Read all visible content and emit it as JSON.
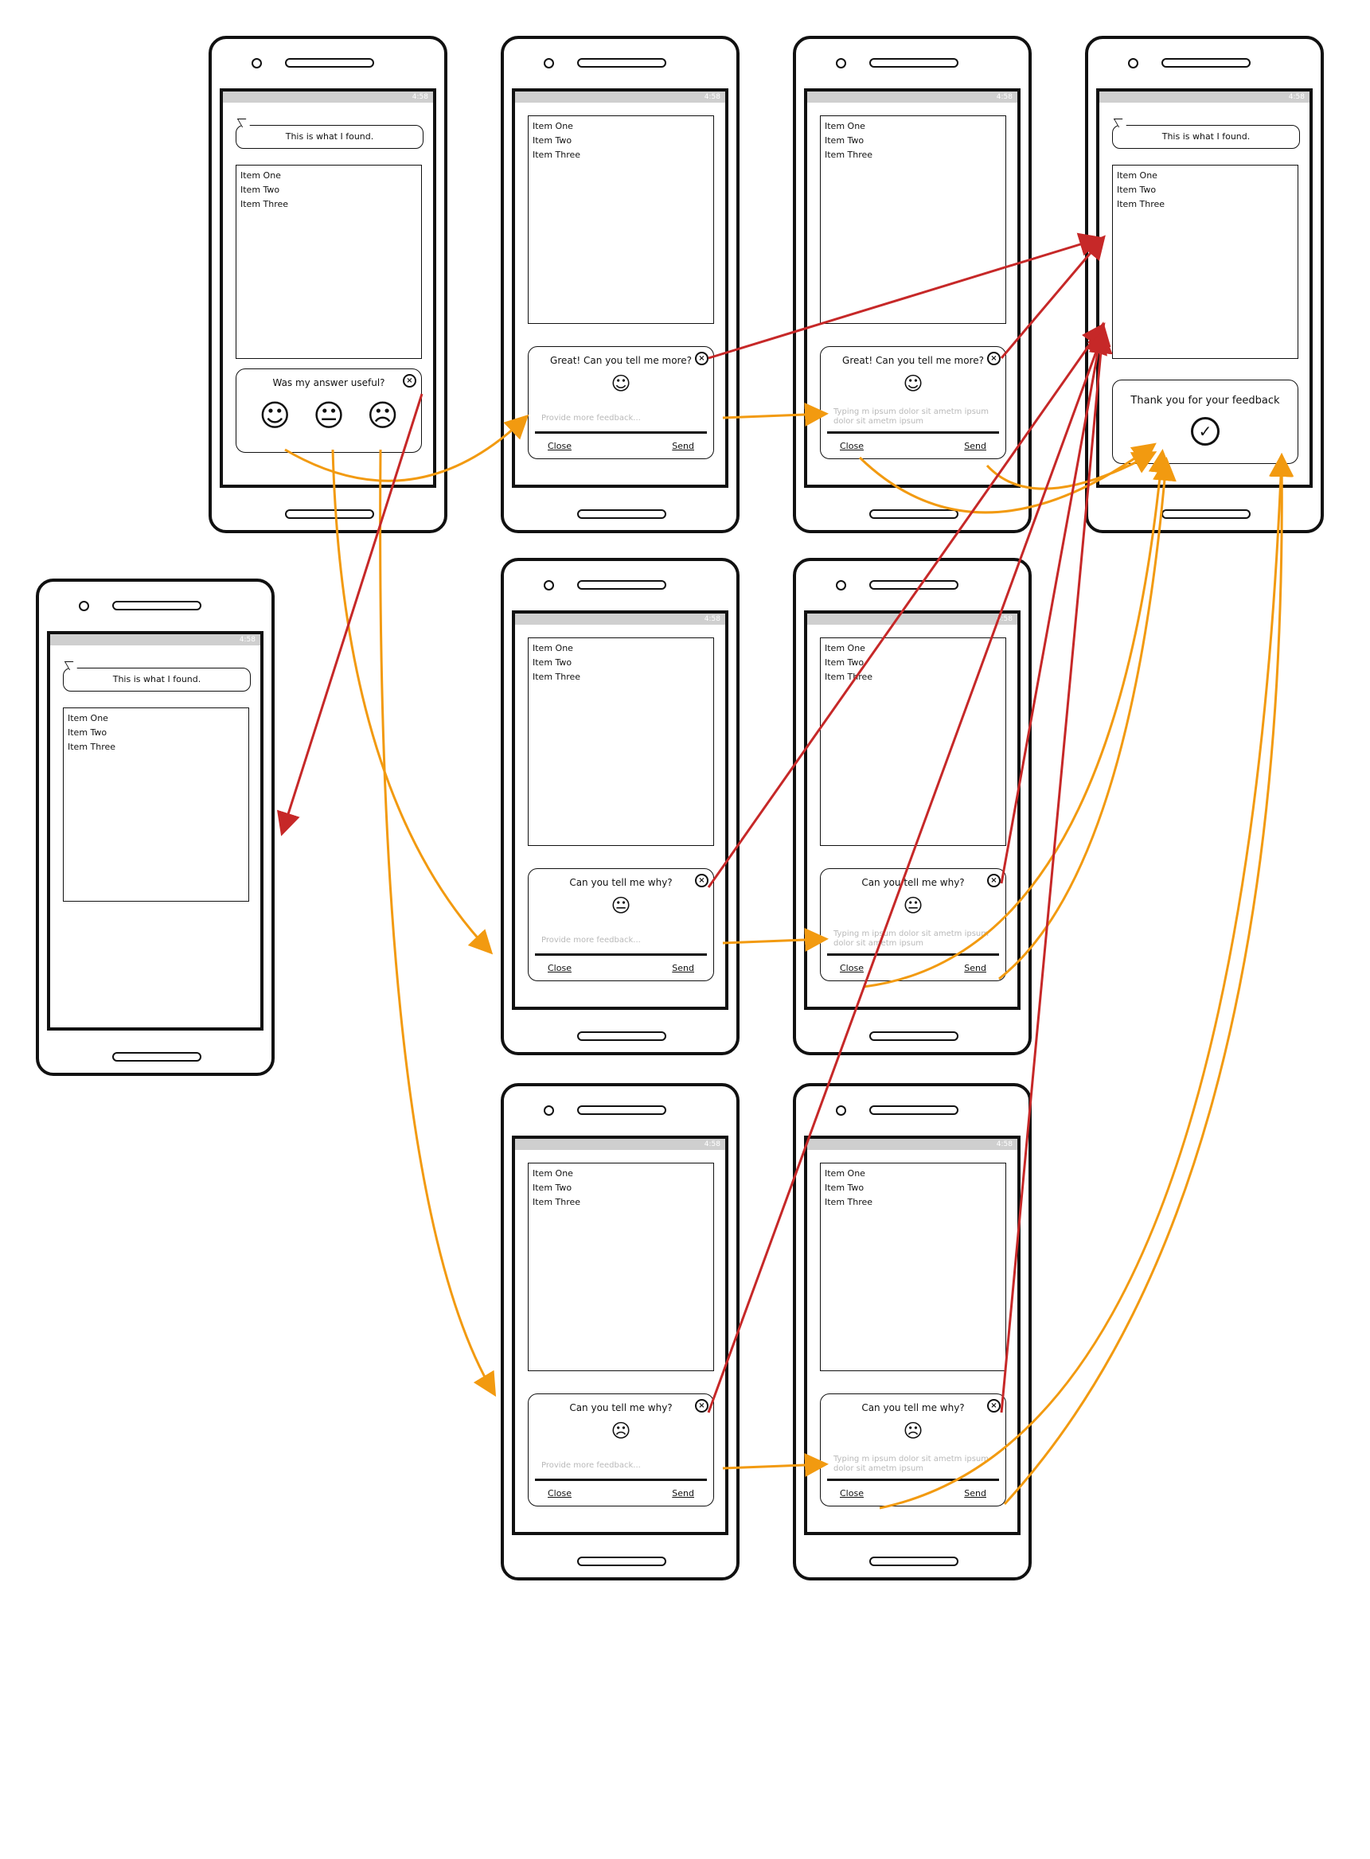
{
  "status": "4:58",
  "bubble": "This is what I found.",
  "items": [
    "Item One",
    "Item Two",
    "Item Three"
  ],
  "useful_question": "Was my answer useful?",
  "great_title": "Great! Can you tell me more?",
  "why_title": "Can you tell me why?",
  "placeholder": "Provide more feedback...",
  "typed_text": "Typing m ipsum dolor sit ametm ipsum dolor sit ametm ipsum",
  "close_label": "Close",
  "send_label": "Send",
  "thanks": "Thank you for your feedback",
  "faces": {
    "happy": "☺",
    "neutral": "😐",
    "sad": "☹"
  },
  "colors": {
    "red_arrow": "#c62828",
    "orange_arrow": "#f29a10"
  }
}
